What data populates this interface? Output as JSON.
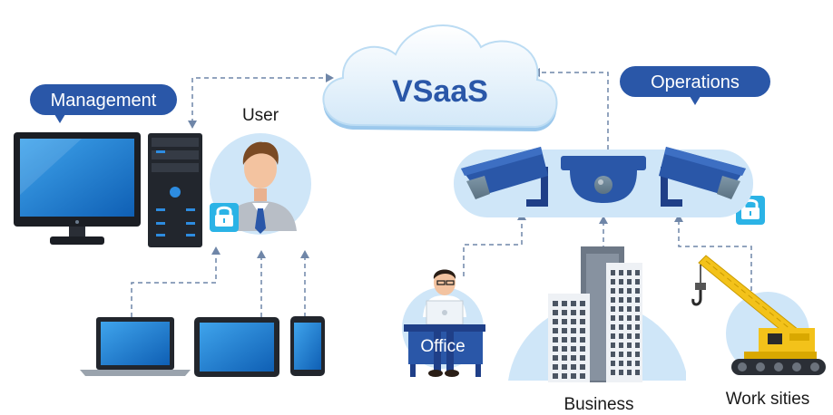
{
  "cloud": {
    "label": "VSaaS"
  },
  "management": {
    "label": "Management"
  },
  "operations": {
    "label": "Operations"
  },
  "user": {
    "label": "User"
  },
  "office": {
    "label": "Office"
  },
  "business": {
    "label": "Business"
  },
  "work_sites": {
    "label": "Work sities"
  },
  "colors": {
    "primary_blue": "#2a57a8",
    "light_blue": "#cfe6f8",
    "screen_blue": "#1d7cd0",
    "lock_teal": "#2bb3e6",
    "crane_yellow": "#f3c21a"
  }
}
